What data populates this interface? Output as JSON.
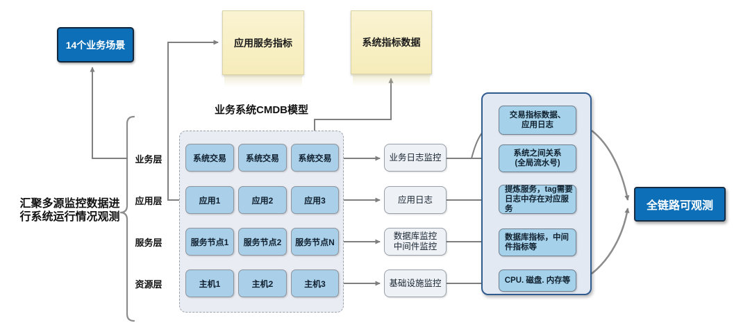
{
  "nodes": {
    "scenarios": "14个业务场景",
    "app_service_metrics": "应用服务指标",
    "system_metrics": "系统指标数据",
    "result": "全链路可观测"
  },
  "left_summary": "汇聚多源监控数据进\n行系统运行情况观测",
  "cmdb": {
    "title": "业务系统CMDB模型",
    "layers": [
      "业务层",
      "应用层",
      "服务层",
      "资源层"
    ],
    "rows": [
      [
        "系统交易",
        "系统交易",
        "系统交易"
      ],
      [
        "应用1",
        "应用2",
        "应用3"
      ],
      [
        "服务节点1",
        "服务节点2",
        "服务节点N"
      ],
      [
        "主机1",
        "主机2",
        "主机3"
      ]
    ]
  },
  "monitors": [
    "业务日志监控",
    "应用日志",
    "数据库监控\n中间件监控",
    "基础设施监控"
  ],
  "outputs": [
    "交易指标数据、\n应用日志",
    "系统之间关系\n(全局流水号)",
    "提炼服务，tag需要\n日志中存在对应服务",
    "数据库指标，中间\n件指标等",
    "CPU. 磁盘. 内存等"
  ],
  "colors": {
    "accent_blue": "#0d6fb8",
    "light_blue": "#a9cfe9",
    "yellow": "#f8efc4",
    "panel_fill": "#e3e9f3",
    "panel_border": "#2f5b8f",
    "arrow_gray": "#7f7f7f"
  }
}
